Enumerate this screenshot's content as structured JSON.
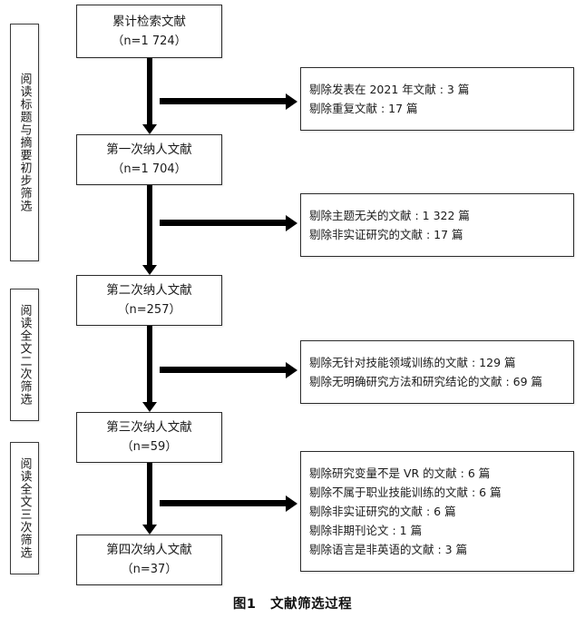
{
  "figure": {
    "caption_number": "图1",
    "caption_title": "文献筛选过程"
  },
  "stages": [
    {
      "label": "阅读标题与摘要初步筛选"
    },
    {
      "label": "阅读全文二次筛选"
    },
    {
      "label": "阅读全文三次筛选"
    }
  ],
  "flow_boxes": [
    {
      "title": "累计检索文献",
      "count": "（n=1 724）"
    },
    {
      "title": "第一次纳人文献",
      "count": "（n=1 704）"
    },
    {
      "title": "第二次纳人文献",
      "count": "（n=257）"
    },
    {
      "title": "第三次纳人文献",
      "count": "（n=59）"
    },
    {
      "title": "第四次纳人文献",
      "count": "（n=37）"
    }
  ],
  "exclusions": [
    {
      "lines": [
        "剔除发表在 2021 年文献 : 3 篇",
        "剔除重复文献 : 17 篇"
      ]
    },
    {
      "lines": [
        "剔除主题无关的文献 : 1 322 篇",
        "剔除非实证研究的文献 : 17 篇"
      ]
    },
    {
      "lines": [
        "剔除无针对技能领域训练的文献 : 129 篇",
        "剔除无明确研究方法和研究结论的文献 : 69 篇"
      ]
    },
    {
      "lines": [
        "剔除研究变量不是 VR 的文献 : 6 篇",
        "剔除不属于职业技能训练的文献 : 6 篇",
        "剔除非实证研究的文献 : 6 篇",
        "剔除非期刊论文 : 1 篇",
        "剔除语言是非英语的文献 : 3 篇"
      ]
    }
  ],
  "colors": {
    "arrow": "#000000",
    "box_border": "#2b2b2b",
    "background": "#ffffff",
    "text": "#1a1a1a"
  }
}
